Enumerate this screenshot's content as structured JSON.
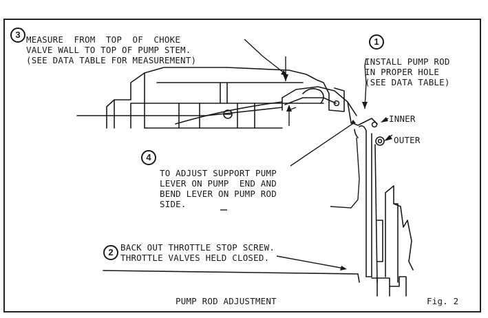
{
  "steps": [
    {
      "number": "1",
      "lines": [
        "INSTALL PUMP ROD",
        "IN PROPER HOLE",
        "(SEE DATA TABLE)"
      ]
    },
    {
      "number": "2",
      "lines": [
        "BACK OUT THROTTLE STOP SCREW.",
        "THROTTLE VALVES HELD CLOSED."
      ]
    },
    {
      "number": "3",
      "lines": [
        "MEASURE  FROM  TOP  OF  CHOKE",
        "VALVE WALL TO TOP OF PUMP STEM.",
        "(SEE DATA TABLE FOR MEASUREMENT)"
      ]
    },
    {
      "number": "4",
      "lines": [
        "TO ADJUST SUPPORT PUMP",
        "LEVER ON PUMP  END AND",
        "BEND LEVER ON PUMP ROD",
        "SIDE."
      ]
    }
  ],
  "hole_labels": {
    "inner": "INNER",
    "outer": "OUTER"
  },
  "caption": "PUMP ROD ADJUSTMENT",
  "figure_label": "Fig. 2",
  "colors": {
    "ink": "#1a1a1a",
    "paper": "#ffffff"
  }
}
